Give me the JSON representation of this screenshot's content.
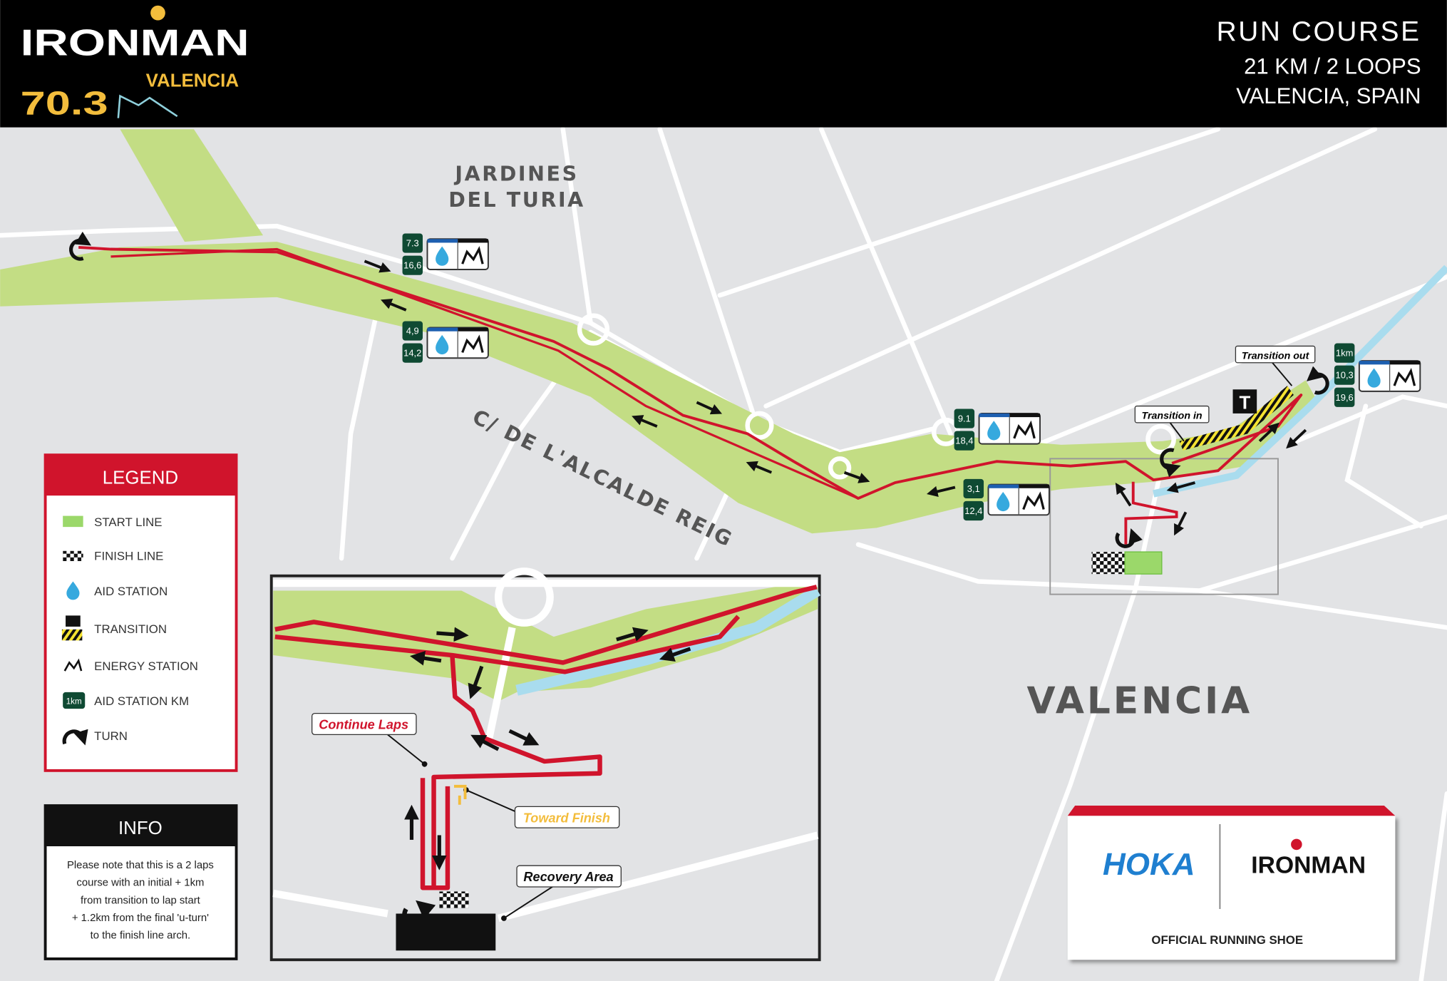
{
  "header": {
    "logo_brand": "IRONMAN",
    "logo_race": "70.3",
    "logo_city": "VALENCIA",
    "title": "RUN COURSE",
    "distance": "21 KM / 2 LOOPS",
    "location": "VALENCIA, SPAIN"
  },
  "map_labels": {
    "park_line1": "JARDINES",
    "park_line2": "DEL TURIA",
    "street": "C/ DE L'ALCALDE REIG",
    "city": "VALENCIA",
    "transition_in": "Transition in",
    "transition_out": "Transition out",
    "transition_badge": "T"
  },
  "aid_stations": [
    {
      "km": [
        "7.3",
        "16,6"
      ]
    },
    {
      "km": [
        "4,9",
        "14,2"
      ]
    },
    {
      "km": [
        "9.1",
        "18,4"
      ]
    },
    {
      "km": [
        "3,1",
        "12,4"
      ]
    },
    {
      "km": [
        "1km",
        "10,3",
        "19,6"
      ]
    }
  ],
  "inset": {
    "continue_laps": "Continue Laps",
    "toward_finish": "Toward Finish",
    "recovery_area": "Recovery Area"
  },
  "legend": {
    "title": "LEGEND",
    "items": [
      {
        "label": "START LINE",
        "icon": "start-line-icon"
      },
      {
        "label": "FINISH LINE",
        "icon": "finish-line-icon"
      },
      {
        "label": "AID STATION",
        "icon": "aid-station-icon"
      },
      {
        "label": "TRANSITION",
        "icon": "transition-icon"
      },
      {
        "label": "ENERGY STATION",
        "icon": "energy-station-icon"
      },
      {
        "label": "AID STATION KM",
        "icon": "aid-station-km-icon",
        "badge": "1km"
      },
      {
        "label": "TURN",
        "icon": "turn-icon"
      }
    ]
  },
  "info": {
    "title": "INFO",
    "lines": [
      "Please note that this is a 2 laps",
      "course  with an initial + 1km",
      "from transition to lap start",
      "+ 1.2km from the final 'u-turn'",
      "to the finish line arch."
    ]
  },
  "sponsor": {
    "brand": "HOKA",
    "partner": "IRONMAN",
    "tagline": "OFFICIAL RUNNING SHOE"
  },
  "colors": {
    "route": "#d0142c",
    "park": "#c3dd84",
    "road": "#ffffff",
    "ground": "#e2e3e5",
    "river": "#a9dcee",
    "km_badge": "#0f4a33",
    "aid_blue": "#36a9de",
    "logo_yellow": "#f3bd3c",
    "hoka_blue": "#1f7fd0"
  }
}
